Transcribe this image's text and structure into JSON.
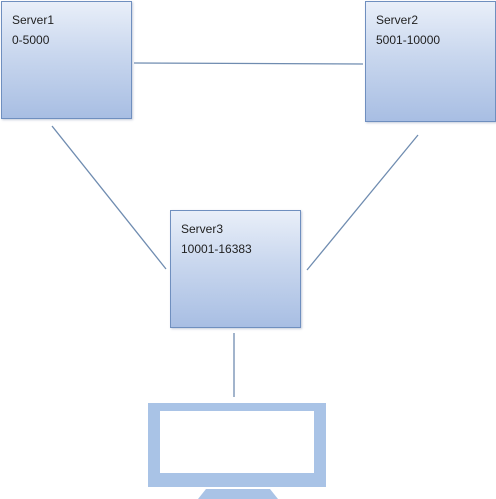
{
  "servers": [
    {
      "name": "Server1",
      "range": "0-5000"
    },
    {
      "name": "Server2",
      "range": "5001-10000"
    },
    {
      "name": "Server3",
      "range": "10001-16383"
    }
  ],
  "colors": {
    "box_border": "#6f8fbf",
    "box_top": "#e9eff9",
    "box_bottom": "#a8bee3",
    "connector": "#6f8cb0",
    "monitor_frame": "#a9c3e6",
    "monitor_screen": "#ffffff"
  },
  "icons": {
    "client": "monitor-icon"
  }
}
